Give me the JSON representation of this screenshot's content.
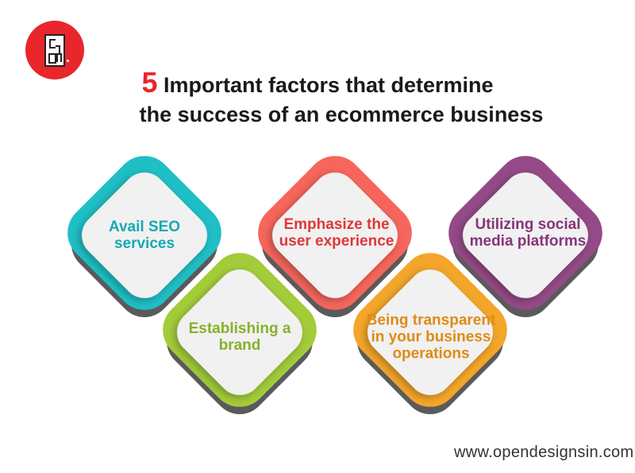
{
  "logo": {
    "text": "ODS",
    "color": "#e8262b"
  },
  "title": {
    "number": "5",
    "line1": " Important factors that determine",
    "line2": "the success of an ecommerce business"
  },
  "factors": [
    {
      "label": "Avail SEO services",
      "color": "#1fbfc6",
      "text_color": "#15aab4"
    },
    {
      "label": "Establishing a brand",
      "color": "#a3cc3a",
      "text_color": "#86b12a"
    },
    {
      "label": "Emphasize the user experience",
      "color": "#f6665c",
      "text_color": "#e0373a"
    },
    {
      "label": "Being transparent in your business operations",
      "color": "#f4a62a",
      "text_color": "#e08a16"
    },
    {
      "label": "Utilizing social media platforms",
      "color": "#954a87",
      "text_color": "#86357a"
    }
  ],
  "footer": {
    "url": "www.opendesignsin.com"
  }
}
